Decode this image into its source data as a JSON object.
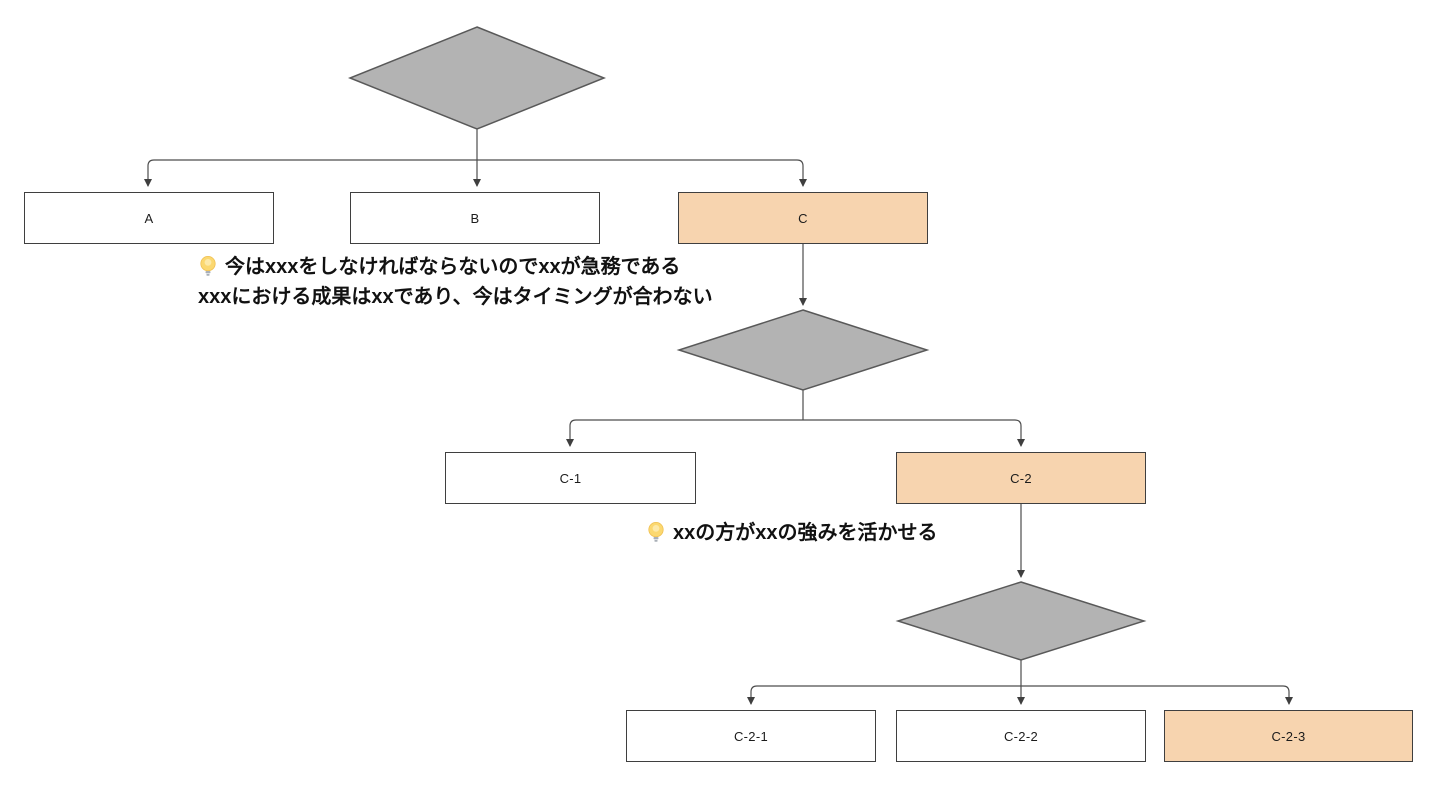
{
  "diagram": {
    "type": "decision-tree-flowchart",
    "colors": {
      "background": "#ffffff",
      "decision_fill": "#b3b3b3",
      "decision_border": "#595959",
      "node_fill": "#ffffff",
      "highlight_fill": "#f7d4af",
      "node_border": "#3f3f3f",
      "connector": "#4d4d4d",
      "annotation_text": "#111111",
      "bulb_yellow": "#fbd870"
    },
    "nodes": {
      "a": {
        "label": "A",
        "highlighted": false
      },
      "b": {
        "label": "B",
        "highlighted": false
      },
      "c": {
        "label": "C",
        "highlighted": true
      },
      "c1": {
        "label": "C-1",
        "highlighted": false
      },
      "c2": {
        "label": "C-2",
        "highlighted": true
      },
      "c21": {
        "label": "C-2-1",
        "highlighted": false
      },
      "c22": {
        "label": "C-2-2",
        "highlighted": false
      },
      "c23": {
        "label": "C-2-3",
        "highlighted": true
      }
    },
    "annotations": {
      "note1": {
        "icon": "lightbulb",
        "lines": [
          "今はxxxをしなければならないのでxxが急務である",
          "xxxにおける成果はxxであり、今はタイミングが合わない"
        ]
      },
      "note2": {
        "icon": "lightbulb",
        "lines": [
          "xxの方がxxの強みを活かせる"
        ]
      }
    }
  }
}
